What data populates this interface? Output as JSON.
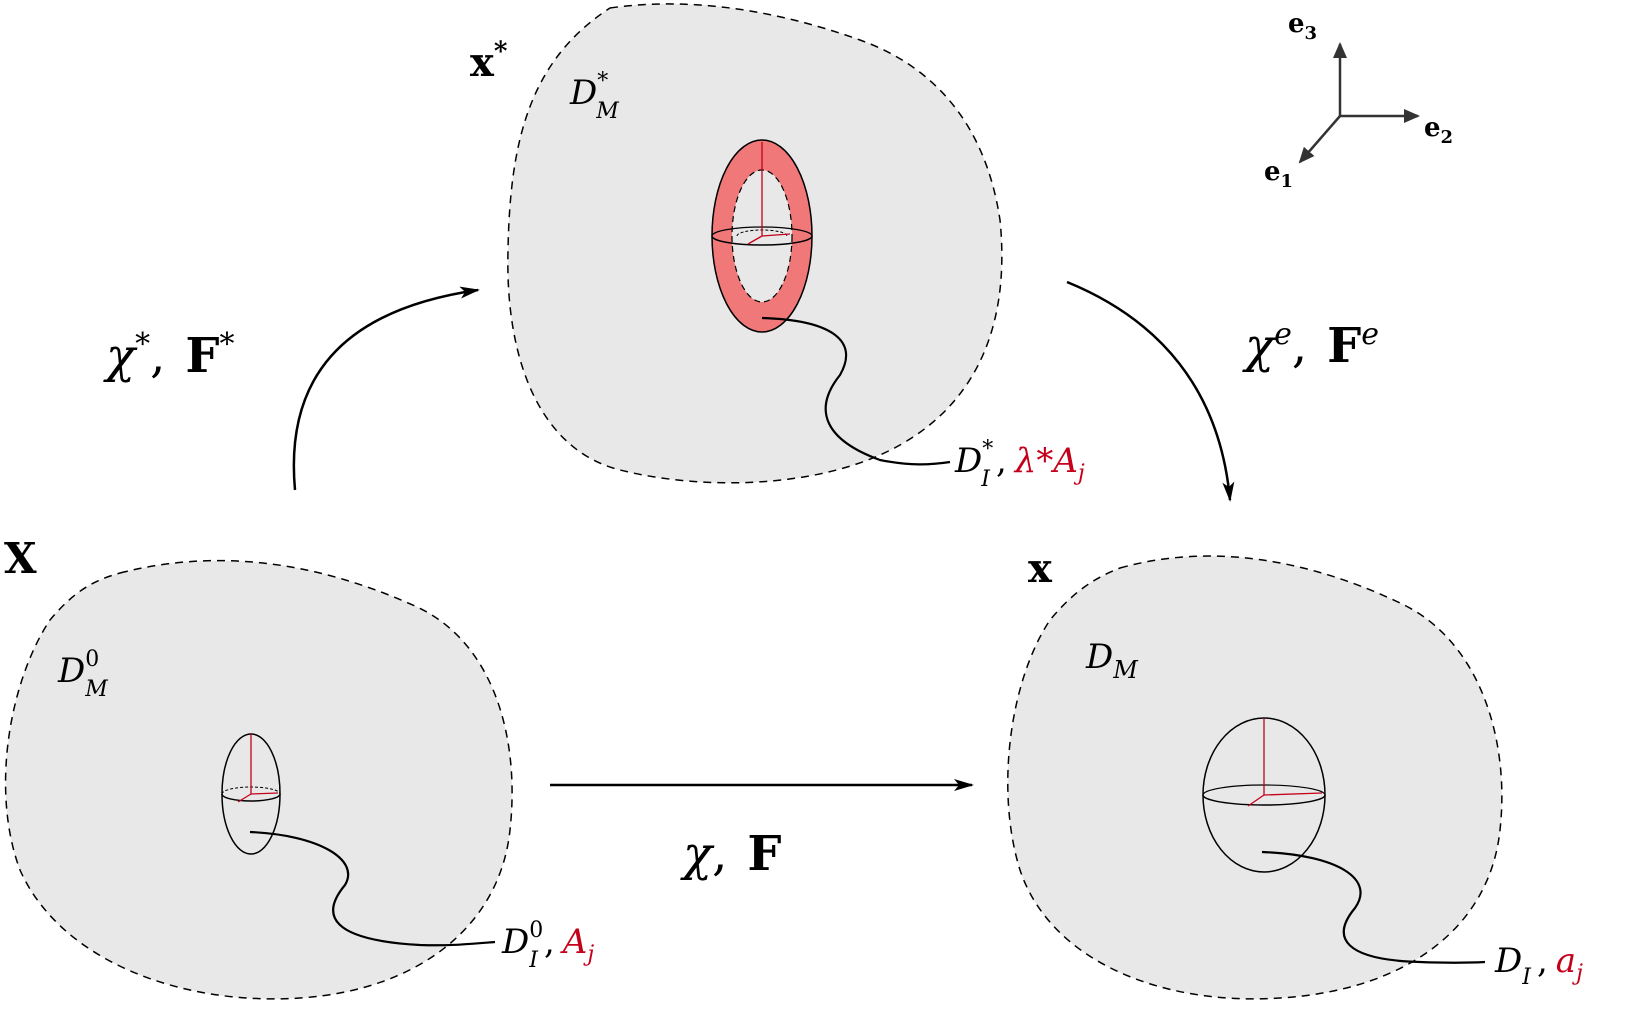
{
  "colors": {
    "background": "#ffffff",
    "region_fill": "#e8e8e8",
    "outline": "#000000",
    "accent_red": "#c4001a",
    "inclusion_pink": "#f07878",
    "axis_gray": "#333333"
  },
  "configs": {
    "reference": {
      "point": "X",
      "domain_sym": "D",
      "domain_sup": "0",
      "domain_sub": "M",
      "incl_sym": "D",
      "incl_sup": "0",
      "incl_sub": "I",
      "sep": ",",
      "incl_value": "A",
      "incl_value_sub": "j"
    },
    "intermediate": {
      "point": "x",
      "point_sup": "*",
      "domain_sym": "D",
      "domain_sup": "*",
      "domain_sub": "M",
      "incl_sym": "D",
      "incl_sup": "*",
      "incl_sub": "I",
      "sep": ",",
      "incl_value": "λ*A",
      "incl_value_sub": "j"
    },
    "current": {
      "point": "x",
      "domain_sym": "D",
      "domain_sub": "M",
      "incl_sym": "D",
      "incl_sub": "I",
      "sep": ",",
      "incl_value": "a",
      "incl_value_sub": "j"
    }
  },
  "maps": {
    "star": {
      "chi": "χ",
      "chi_sup": "*",
      "comma": ",",
      "F": "F",
      "F_sup": "*"
    },
    "elastic": {
      "chi": "χ",
      "chi_sup": "e",
      "comma": ",",
      "F": "F",
      "F_sup": "e"
    },
    "total": {
      "chi": "χ",
      "comma": ",",
      "F": "F"
    }
  },
  "axes": {
    "e1": "e",
    "e1_sub": "1",
    "e2": "e",
    "e2_sub": "2",
    "e3": "e",
    "e3_sub": "3"
  },
  "icons": [
    "arrow-icon",
    "ellipsoid-icon",
    "triad-icon"
  ]
}
